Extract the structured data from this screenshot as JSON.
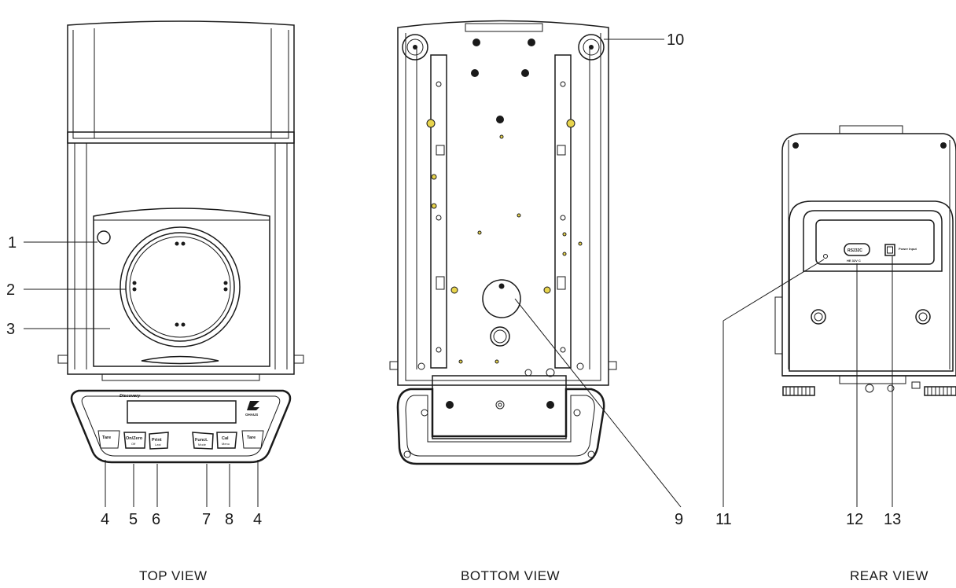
{
  "views": {
    "top": "TOP VIEW",
    "bottom": "BOTTOM VIEW",
    "rear": "REAR VIEW"
  },
  "callouts": {
    "c1": "1",
    "c2": "2",
    "c3": "3",
    "c4a": "4",
    "c5": "5",
    "c6": "6",
    "c7": "7",
    "c8": "8",
    "c4b": "4",
    "c9": "9",
    "c10": "10",
    "c11": "11",
    "c12": "12",
    "c13": "13"
  },
  "panel": {
    "brand": "Discovery",
    "logo": "OHAUS",
    "keys": {
      "tare_left": "Tare",
      "onzero": "On/Zero",
      "onzero_sub": "Off",
      "print": "Print",
      "print_sub": "Last",
      "func": "Funct.",
      "func_sub": "Mode",
      "cal": "Cal",
      "cal_sub": "Menu",
      "tare_right": "Tare"
    }
  },
  "rear_panel": {
    "port": "RS232C",
    "port_sub": "HE 32V C",
    "power": "Power Input"
  }
}
